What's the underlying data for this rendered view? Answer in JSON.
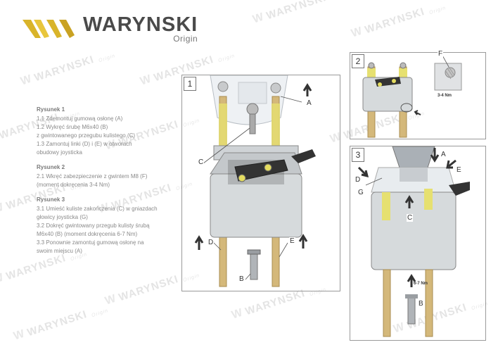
{
  "brand": {
    "name": "WARYNSKI",
    "subtitle": "Origin",
    "colors": {
      "logo_gold": "#d9b42a",
      "logo_text": "#4a4a4a",
      "watermark": "#e4e4e4"
    }
  },
  "watermark": {
    "text": "WARYNSKI",
    "subtext": "Origin"
  },
  "instructions": [
    {
      "title": "Rysunek 1",
      "steps": [
        "1.1 Zdemontuj gumową osłonę (A)",
        "1.2 Wykręć śrubę M6x40 (B)",
        "z gwintowanego przegubu kulistego (C)",
        "1.3 Zamontuj linki (D) i (E) w otworach",
        "obudowy joysticka"
      ]
    },
    {
      "title": "Rysunek 2",
      "steps": [
        "2.1 Wkręć zabezpieczenie z gwintem M8 (F)",
        "(moment dokręcenia 3-4 Nm)"
      ]
    },
    {
      "title": "Rysunek 3",
      "steps": [
        "3.1 Umieść kuliste zakończenia (C) w gniazdach",
        "głowicy joysticka (G)",
        "3.2 Dokręć gwintowany przegub kulisty śrubą",
        "M6x40 (B) (moment dokręcenia 6-7 Nm)",
        "3.3 Ponownie zamontuj gumową osłonę na",
        "swoim miejscu (A)"
      ]
    }
  ],
  "figures": {
    "fig1": {
      "number": "1",
      "labels": {
        "A": "A",
        "B": "B",
        "C": "C",
        "D": "D",
        "E": "E"
      }
    },
    "fig2": {
      "number": "2",
      "labels": {
        "F": "F"
      },
      "torque": "3-4 Nm"
    },
    "fig3": {
      "number": "3",
      "labels": {
        "A": "A",
        "B": "B",
        "C": "C",
        "D": "D",
        "E": "E",
        "G": "G"
      },
      "torque": "6-7 Nm"
    }
  }
}
